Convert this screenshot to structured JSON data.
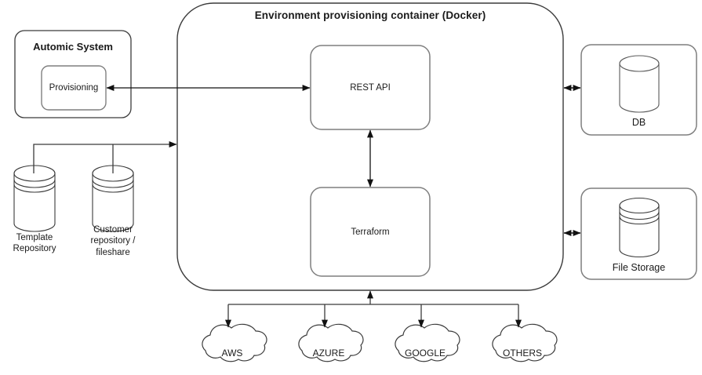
{
  "diagram": {
    "title": "Environment provisioning container (Docker)",
    "colors": {
      "stroke_dark": "#3b3b3b",
      "stroke_gray": "#7f7f7f",
      "text": "#1a1a1a",
      "background": "#ffffff"
    }
  },
  "container": {
    "label": "Environment provisioning container (Docker)",
    "children": [
      {
        "label": "REST API",
        "name": "rest-api"
      },
      {
        "label": "Terraform",
        "name": "terraform"
      }
    ]
  },
  "automic": {
    "label": "Automic System",
    "inner": {
      "label": "Provisioning"
    }
  },
  "repositories": [
    {
      "label": "Template\nRepository",
      "name": "template-repository"
    },
    {
      "label": "Customer\nrepository /\nfileshare",
      "name": "customer-repository-fileshare"
    }
  ],
  "storage": [
    {
      "label": "DB",
      "name": "db"
    },
    {
      "label": "File Storage",
      "name": "file-storage"
    }
  ],
  "clouds": [
    {
      "label": "AWS",
      "name": "aws"
    },
    {
      "label": "AZURE",
      "name": "azure"
    },
    {
      "label": "GOOGLE",
      "name": "google"
    },
    {
      "label": "OTHERS",
      "name": "others"
    }
  ]
}
